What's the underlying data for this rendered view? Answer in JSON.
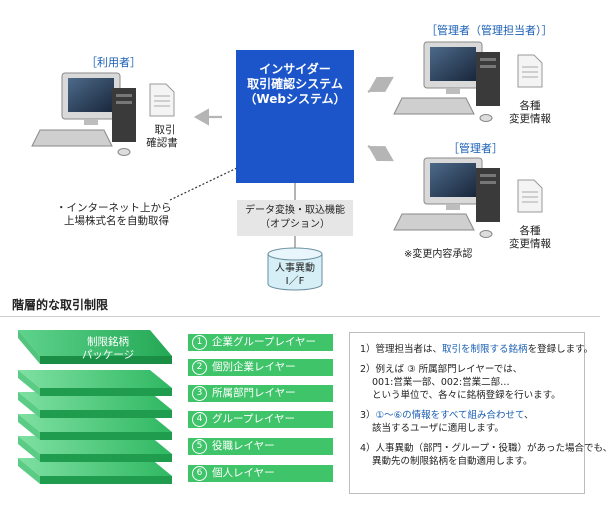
{
  "labels": {
    "user": "［利用者］",
    "admin_staff": "［管理者（管理担当者）］",
    "admin": "［管理者］"
  },
  "system_box": {
    "line1": "インサイダー",
    "line2": "取引確認システム",
    "line3": "（Webシステム）"
  },
  "docs": {
    "confirm_doc": [
      "取引",
      "確認書"
    ],
    "change_info_1": [
      "各種",
      "変更情報"
    ],
    "change_info_2": [
      "各種",
      "変更情報"
    ]
  },
  "internet_note": [
    "・インターネット上から",
    "上場株式名を自動取得"
  ],
  "data_conversion": [
    "データ変換・取込機能",
    "（オプション）"
  ],
  "database": [
    "人事異動",
    "I／F"
  ],
  "approval_note": "※変更内容承認",
  "section_title": "階層的な取引制限",
  "package_label": [
    "制限銘柄",
    "パッケージ"
  ],
  "layers": [
    {
      "num": "1",
      "label": "企業グループレイヤー"
    },
    {
      "num": "2",
      "label": "個別企業レイヤー"
    },
    {
      "num": "3",
      "label": "所属部門レイヤー"
    },
    {
      "num": "4",
      "label": "グループレイヤー"
    },
    {
      "num": "5",
      "label": "役職レイヤー"
    },
    {
      "num": "6",
      "label": "個人レイヤー"
    }
  ],
  "notes": {
    "n1_pre": "1）管理担当者は、",
    "n1_hl": "取引を制限する銘柄",
    "n1_post": "を登録します。",
    "n2_l1": "2）例えば ③ 所属部門レイヤーでは、",
    "n2_l2": "001:営業一部、002:営業二部…",
    "n2_l3": "という単位で、各々に銘柄登録を行います。",
    "n3_pre": "3）",
    "n3_hl": "①～⑥の情報をすべて組み合わせて",
    "n3_post": "、",
    "n3_l2": "該当するユーザに適用します。",
    "n4_l1": "4）人事異動（部門・グループ・役職）があった場合でも、",
    "n4_l2": "異動先の制限銘柄を自動適用します。"
  },
  "colors": {
    "system_blue": "#1b55c9",
    "layer_green": "#3fc46a",
    "label_blue": "#1a5fb4"
  }
}
